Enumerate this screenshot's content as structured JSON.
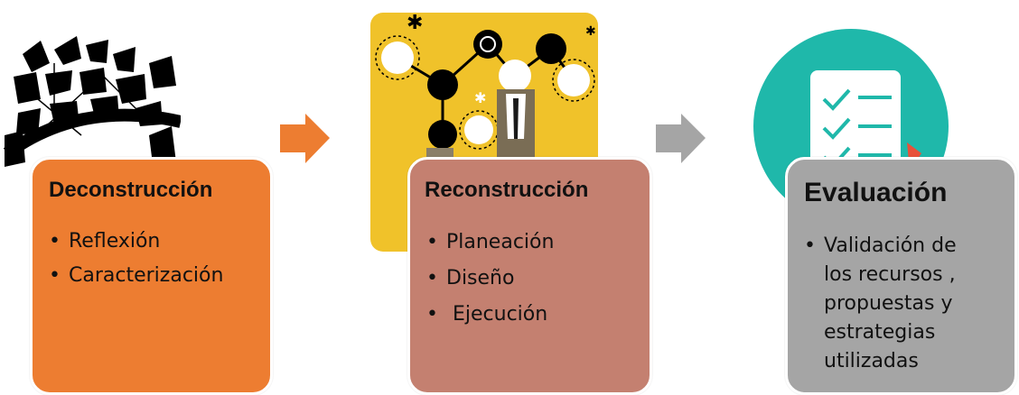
{
  "stages": [
    {
      "title": "Deconstrucción",
      "items": [
        "Reflexión",
        "Caracterización"
      ],
      "color": "#ED7D31",
      "image_icon": "shattered-abstract-icon"
    },
    {
      "title": "Reconstrucción",
      "items": [
        "Planeación",
        "Diseño",
        " Ejecución"
      ],
      "color": "#C48070",
      "image_icon": "connected-ideas-businessman-icon"
    },
    {
      "title": "Evaluación",
      "items": [
        "Validación de los recursos , propuestas y estrategias utilizadas"
      ],
      "color": "#A5A5A5",
      "image_icon": "checklist-icon"
    }
  ],
  "arrows": [
    {
      "color": "#ED7D31",
      "icon": "arrow-right-icon"
    },
    {
      "color": "#A5A5A5",
      "icon": "arrow-right-icon"
    }
  ]
}
